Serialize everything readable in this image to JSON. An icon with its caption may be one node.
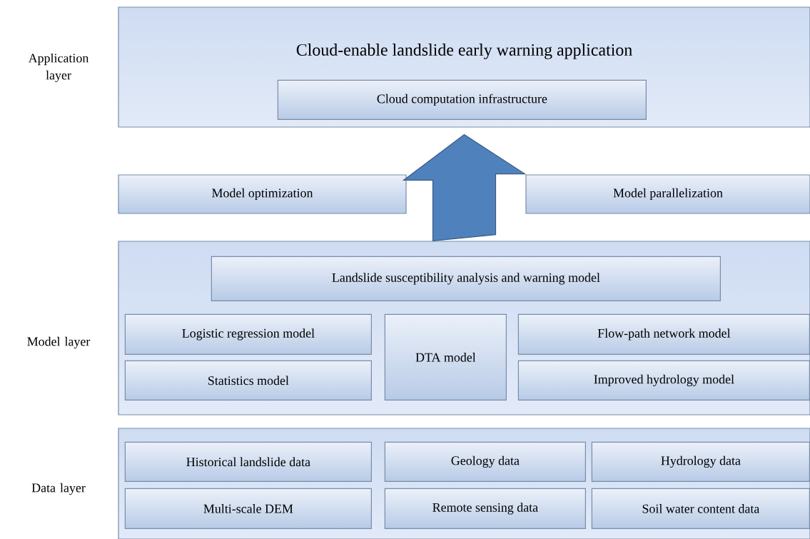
{
  "diagram": {
    "nodes": [
      {
        "text": [
          "Cloud-enable landslide early warning application"
        ],
        "beside": [
          "Application layer"
        ]
      },
      {
        "text": [
          "Cloud computation infrastructure"
        ],
        "in": 0
      },
      {
        "text": [
          "Model optimization"
        ]
      },
      {
        "text": [
          "Model parallelization"
        ]
      },
      {
        "text": [],
        "shape": "box",
        "beside": [
          "Model layer"
        ]
      },
      {
        "text": [
          "Landslide susceptibility analysis and warning model"
        ],
        "in": 4
      },
      {
        "text": [
          "Logistic regression model"
        ],
        "in": 4
      },
      {
        "text": [
          "DTA model"
        ],
        "in": 4
      },
      {
        "text": [
          "Flow-path network model"
        ],
        "in": 4
      },
      {
        "text": [
          "Statistics model"
        ],
        "in": 4
      },
      {
        "text": [
          "Improved hydrology model"
        ],
        "in": 4
      },
      {
        "text": [],
        "shape": "box",
        "beside": [
          "Data layer"
        ]
      },
      {
        "text": [
          "Historical landslide data"
        ],
        "in": 11
      },
      {
        "text": [
          "Geology data"
        ],
        "in": 11
      },
      {
        "text": [
          "Hydrology data"
        ],
        "in": 11
      },
      {
        "text": [
          "Multi-scale DEM"
        ],
        "in": 11
      },
      {
        "text": [
          "Remote sensing data"
        ],
        "in": 11
      },
      {
        "text": [
          "Soil water content data"
        ],
        "in": 11
      }
    ],
    "edges": [
      {
        "from": 4,
        "to": 0,
        "arrow": "to",
        "style": "thick"
      }
    ]
  }
}
